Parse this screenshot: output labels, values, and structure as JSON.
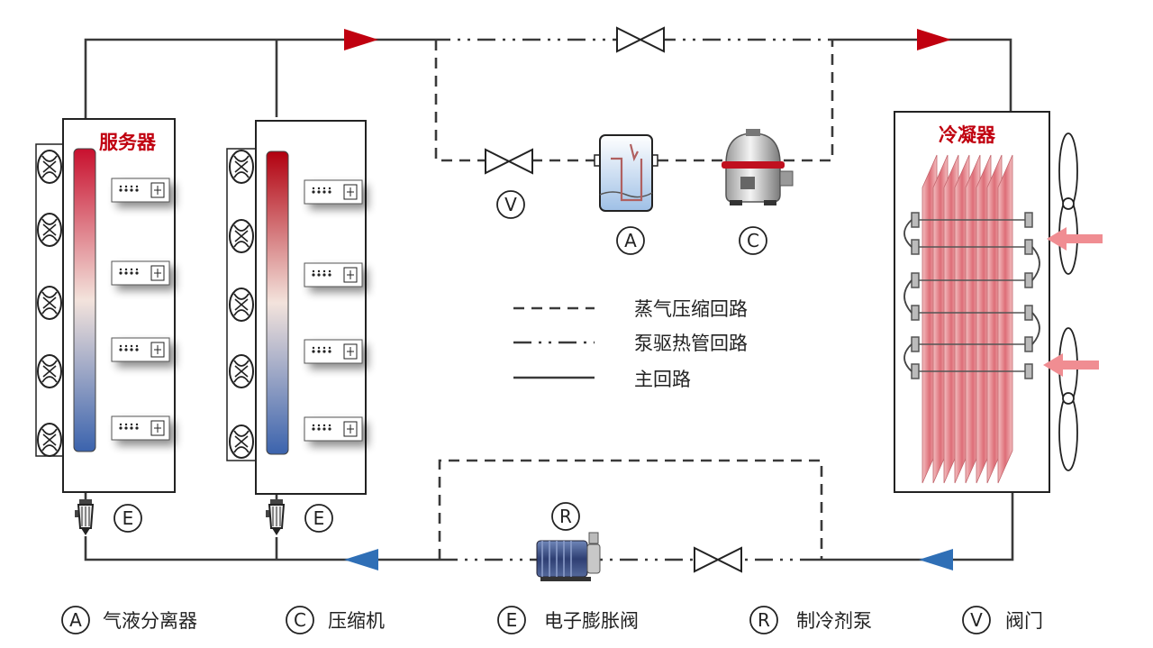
{
  "titles": {
    "server": "服务器",
    "condenser": "冷凝器"
  },
  "component_letters": {
    "valve": "V",
    "separator": "A",
    "compressor": "C",
    "pump": "R",
    "expansion_valve": "E"
  },
  "line_legend": [
    {
      "style": "dashed",
      "label": "蒸气压缩回路"
    },
    {
      "style": "dash-dot-dot",
      "label": "泵驱热管回路"
    },
    {
      "style": "solid",
      "label": "主回路"
    }
  ],
  "component_legend": [
    {
      "letter": "A",
      "label": "气液分离器"
    },
    {
      "letter": "C",
      "label": "压缩机"
    },
    {
      "letter": "E",
      "label": "电子膨胀阀"
    },
    {
      "letter": "R",
      "label": "制冷剂泵"
    },
    {
      "letter": "V",
      "label": "阀门"
    }
  ],
  "colors": {
    "hot": "#c0000f",
    "cold": "#2f6fb6",
    "line": "#3a3a3a"
  }
}
